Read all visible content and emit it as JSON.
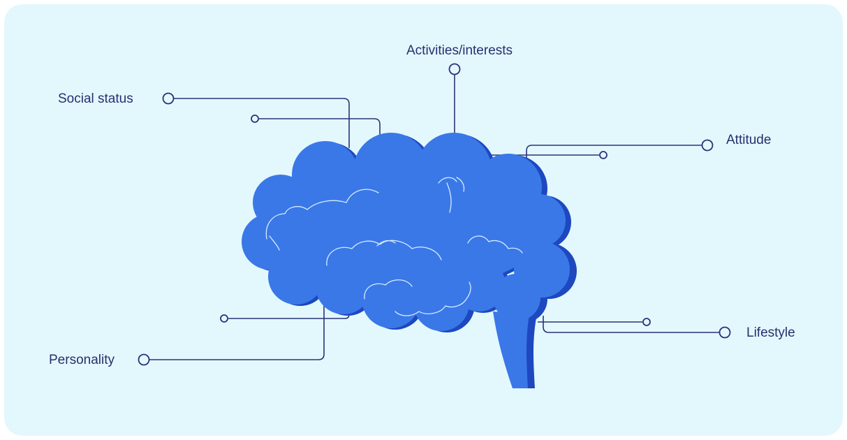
{
  "labels": {
    "activities": "Activities/interests",
    "social_status": "Social status",
    "attitude": "Attitude",
    "personality": "Personality",
    "lifestyle": "Lifestyle"
  },
  "colors": {
    "background": "#e3f8fd",
    "brain": "#3a78e8",
    "brain_shadow": "#1d48c0",
    "line": "#2a3278",
    "text": "#26306e"
  }
}
